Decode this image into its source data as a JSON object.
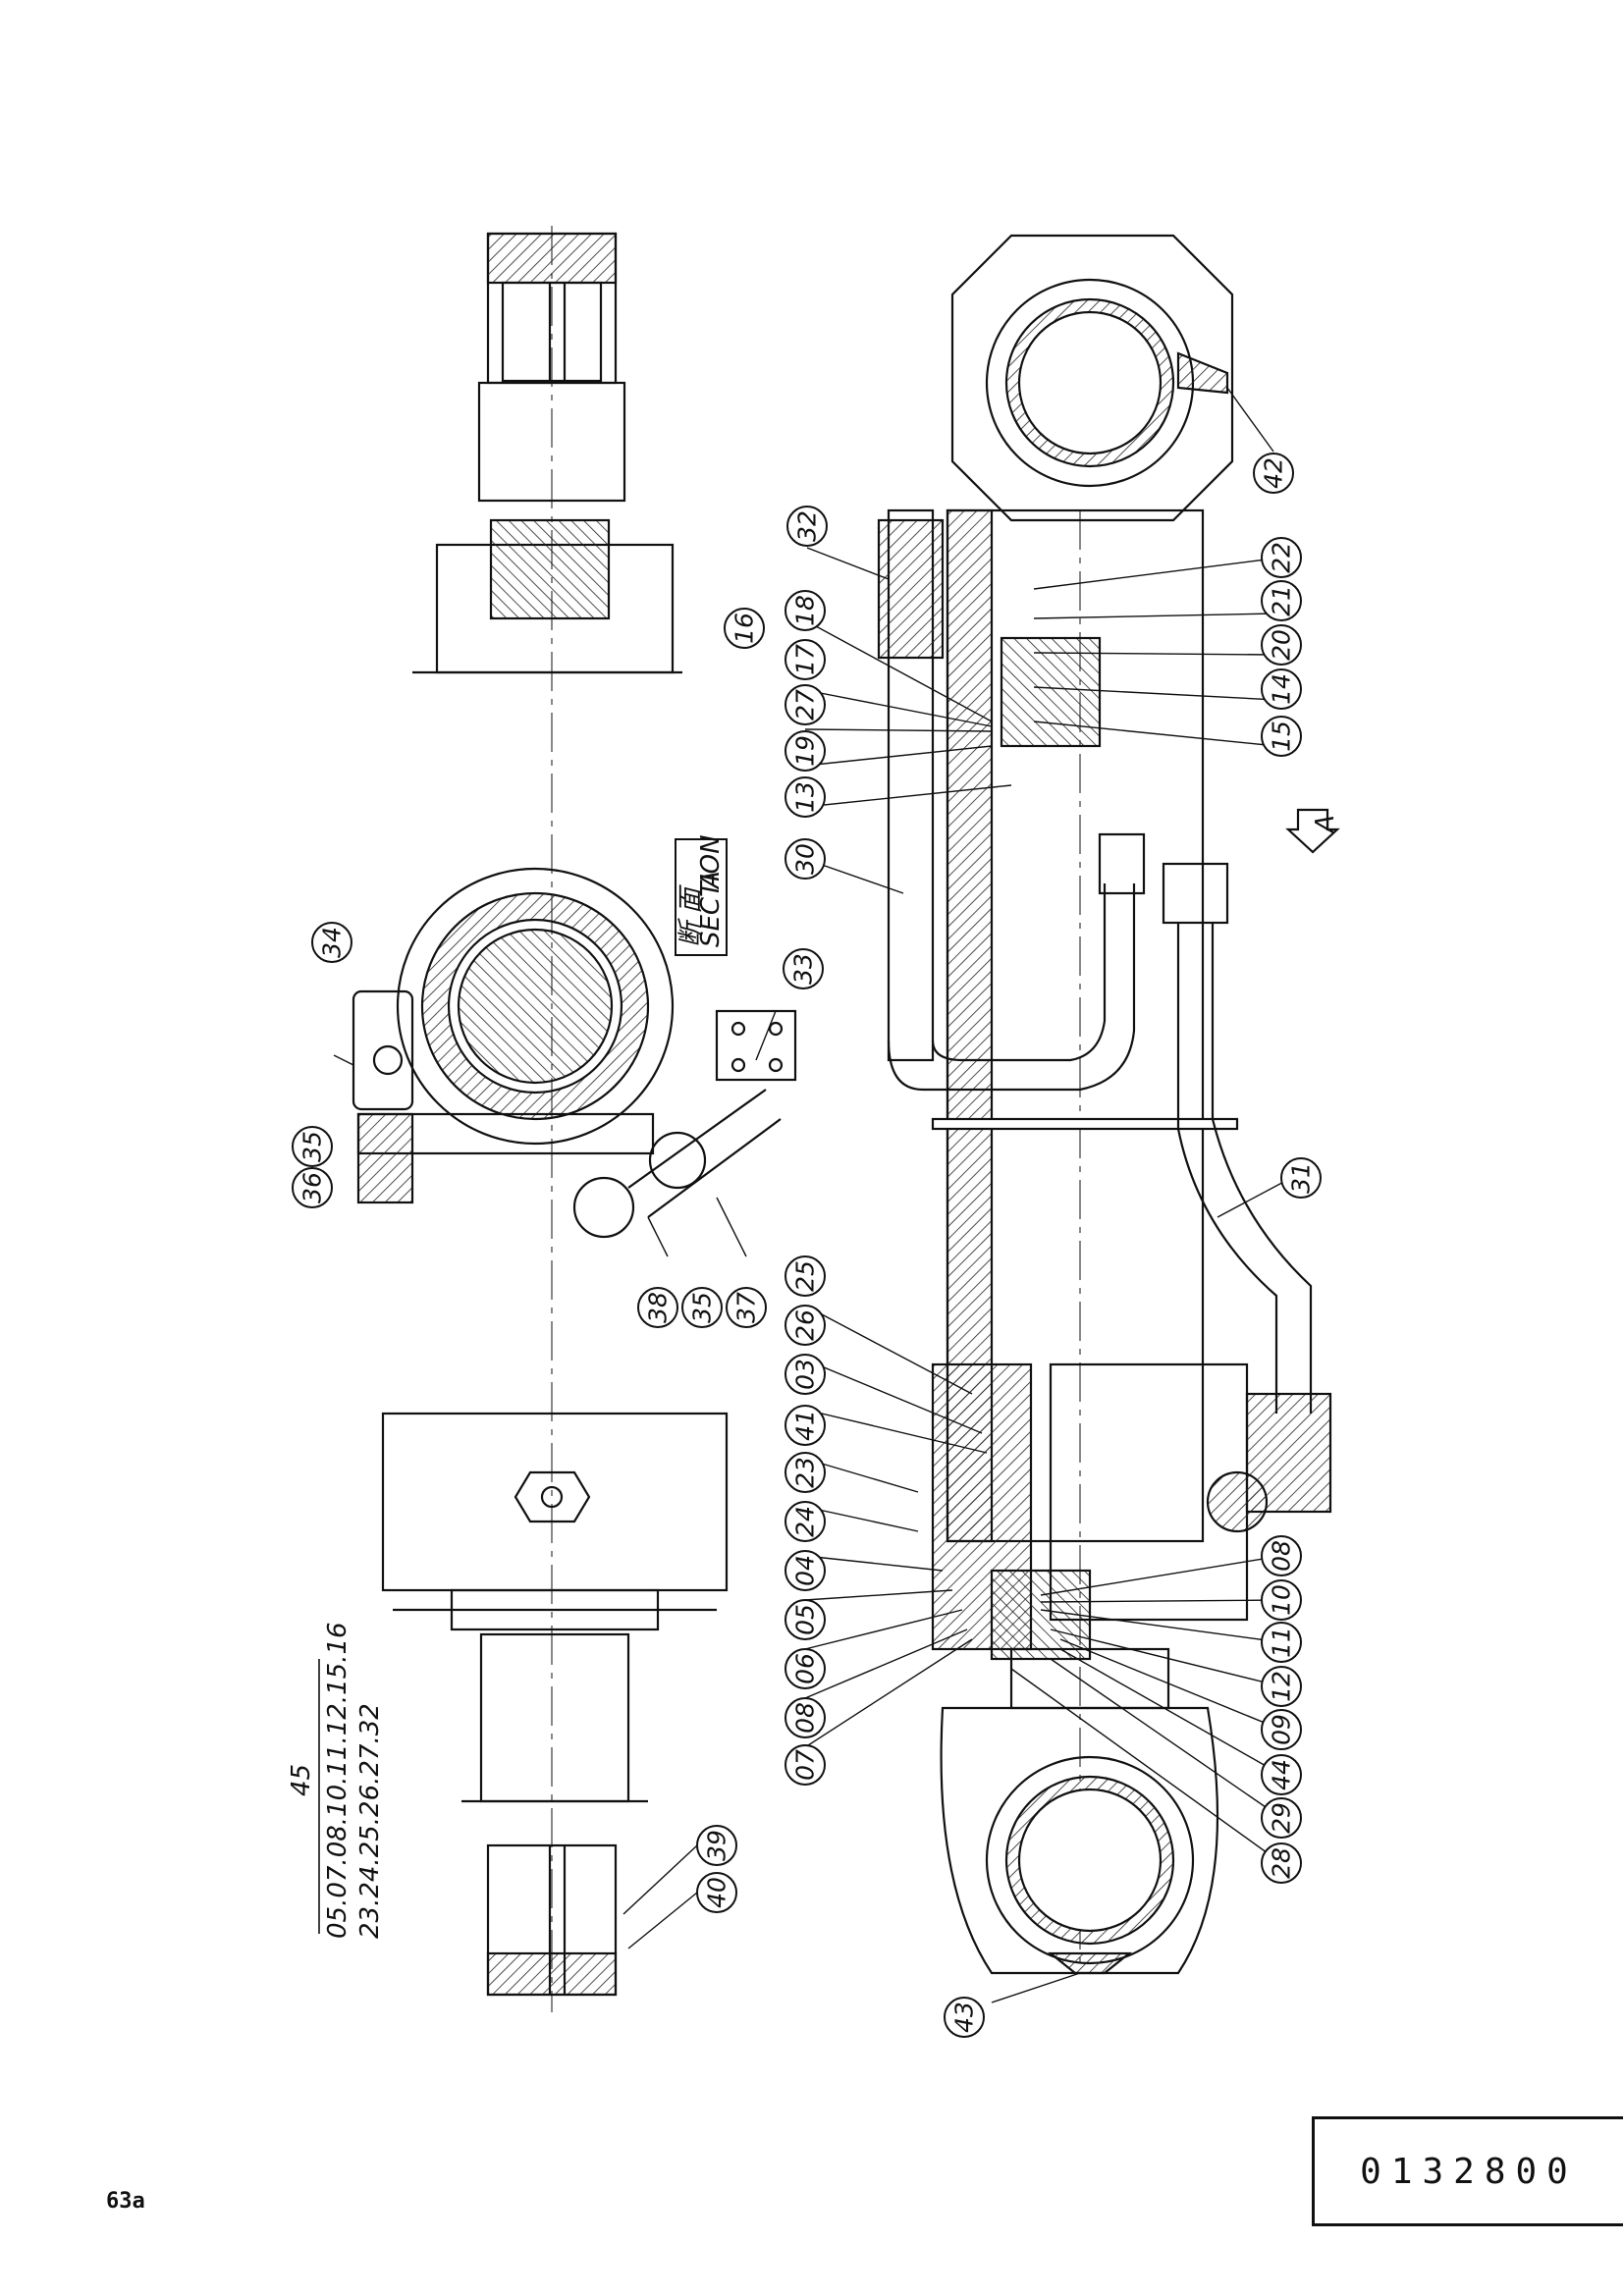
{
  "page_number": "63a",
  "document_code": "0132800",
  "section": {
    "kanji": "断 面",
    "word": "SECTION",
    "letter": "A"
  },
  "view_arrow_label": "A",
  "assembly_note": {
    "number": "45",
    "line1": "05.07.08.10.11.12.15.16",
    "line2": "23.24.25.26.27.32"
  },
  "balloons": [
    {
      "id": "p42",
      "label": "42"
    },
    {
      "id": "p32",
      "label": "32"
    },
    {
      "id": "p22",
      "label": "22"
    },
    {
      "id": "p21",
      "label": "21"
    },
    {
      "id": "p20",
      "label": "20"
    },
    {
      "id": "p14",
      "label": "14"
    },
    {
      "id": "p15",
      "label": "15"
    },
    {
      "id": "p16",
      "label": "16"
    },
    {
      "id": "p18",
      "label": "18"
    },
    {
      "id": "p17",
      "label": "17"
    },
    {
      "id": "p27",
      "label": "27"
    },
    {
      "id": "p19",
      "label": "19"
    },
    {
      "id": "p13",
      "label": "13"
    },
    {
      "id": "p30",
      "label": "30"
    },
    {
      "id": "p34",
      "label": "34"
    },
    {
      "id": "p33",
      "label": "33"
    },
    {
      "id": "p35a",
      "label": "35"
    },
    {
      "id": "p36",
      "label": "36"
    },
    {
      "id": "p38",
      "label": "38"
    },
    {
      "id": "p35b",
      "label": "35"
    },
    {
      "id": "p37",
      "label": "37"
    },
    {
      "id": "p31",
      "label": "31"
    },
    {
      "id": "p25",
      "label": "25"
    },
    {
      "id": "p26",
      "label": "26"
    },
    {
      "id": "p03",
      "label": "03"
    },
    {
      "id": "p41",
      "label": "41"
    },
    {
      "id": "p23",
      "label": "23"
    },
    {
      "id": "p24",
      "label": "24"
    },
    {
      "id": "p04",
      "label": "04"
    },
    {
      "id": "p05",
      "label": "05"
    },
    {
      "id": "p06",
      "label": "06"
    },
    {
      "id": "p08a",
      "label": "08"
    },
    {
      "id": "p07",
      "label": "07"
    },
    {
      "id": "p08b",
      "label": "08"
    },
    {
      "id": "p10",
      "label": "10"
    },
    {
      "id": "p11",
      "label": "11"
    },
    {
      "id": "p12",
      "label": "12"
    },
    {
      "id": "p09",
      "label": "09"
    },
    {
      "id": "p44",
      "label": "44"
    },
    {
      "id": "p29",
      "label": "29"
    },
    {
      "id": "p28",
      "label": "28"
    },
    {
      "id": "p39",
      "label": "39"
    },
    {
      "id": "p40",
      "label": "40"
    },
    {
      "id": "p43",
      "label": "43"
    }
  ]
}
